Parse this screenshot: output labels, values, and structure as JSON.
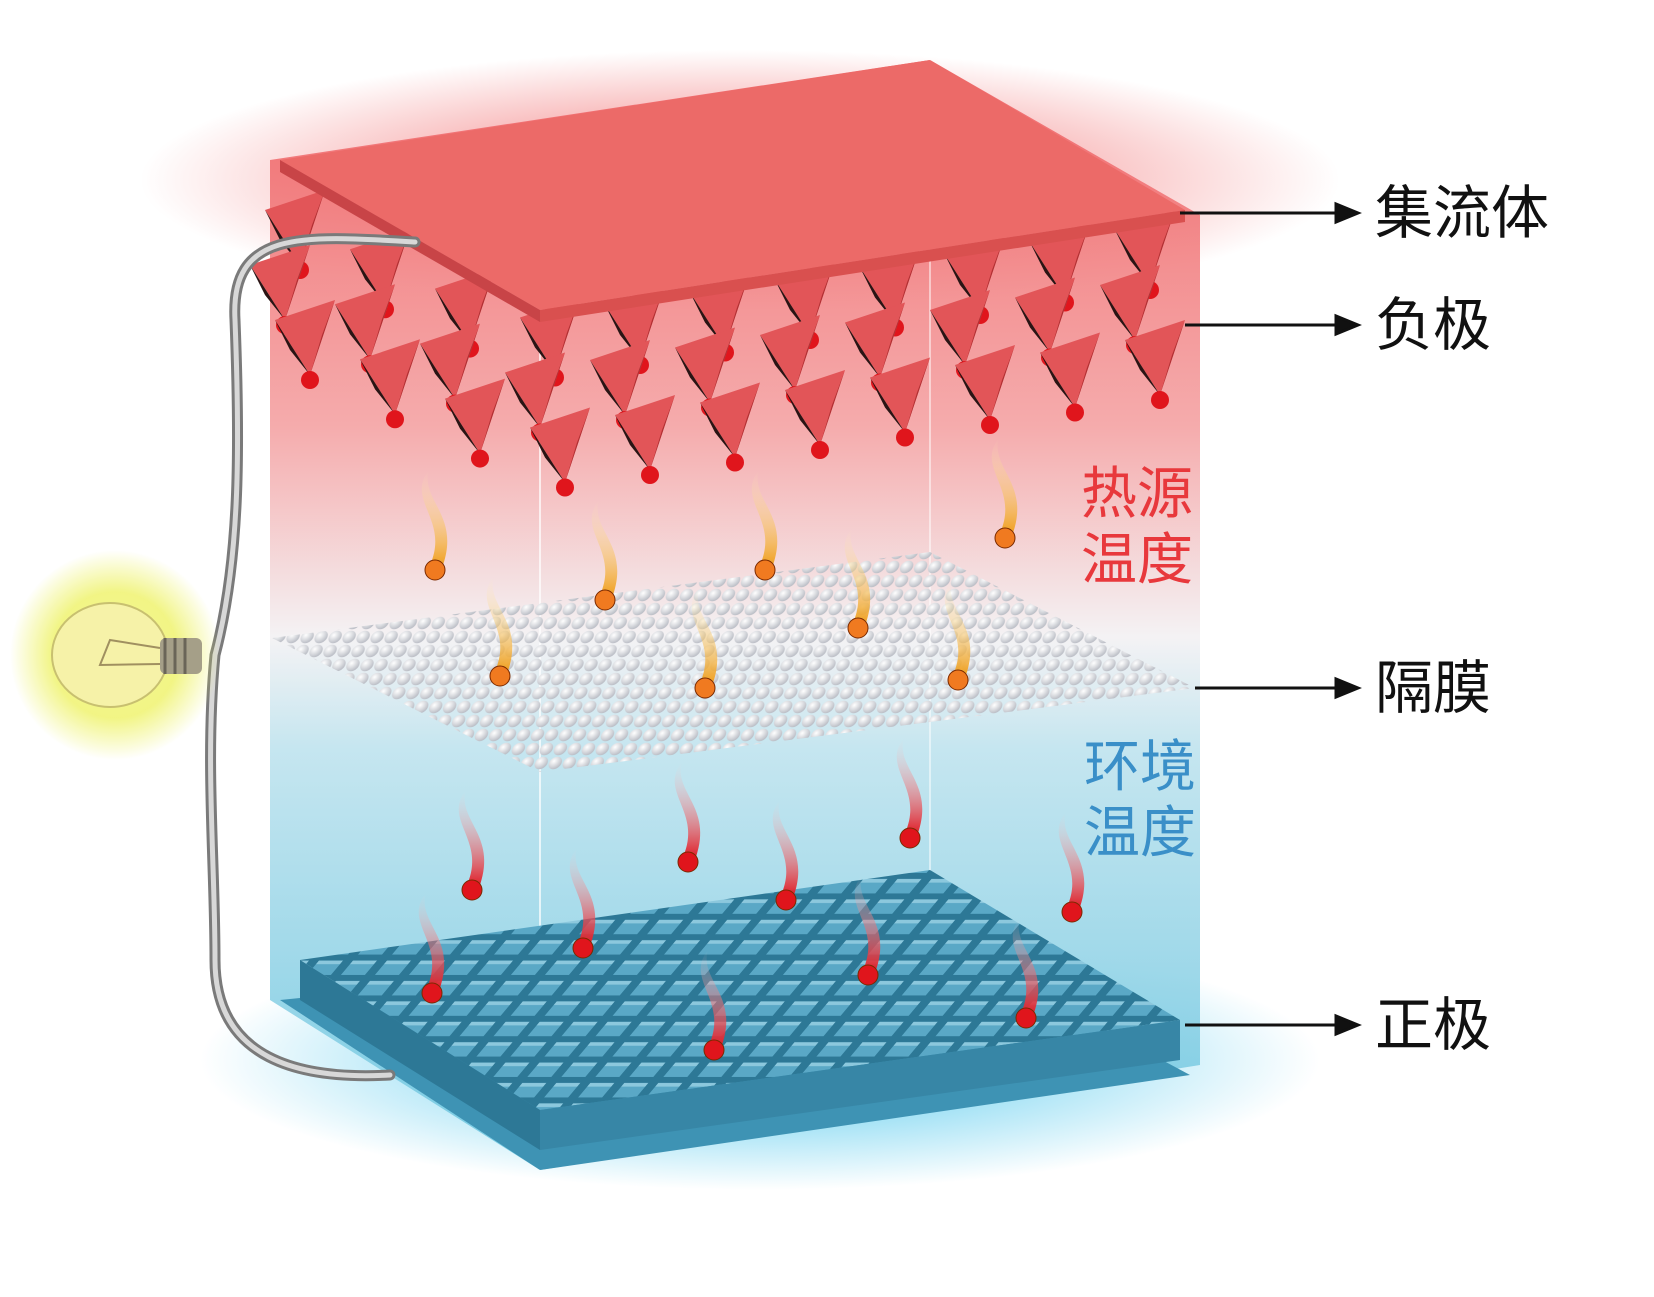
{
  "labels": {
    "current_collector": "集流体",
    "anode": "负极",
    "separator": "隔膜",
    "cathode": "正极"
  },
  "zones": {
    "heat_source_line1": "热源",
    "heat_source_line2": "温度",
    "ambient_line1": "环境",
    "ambient_line2": "温度"
  },
  "colors": {
    "hot": "#e8383c",
    "cold": "#3a8fc8",
    "slab": "#ec6a68",
    "cathode": "#3e93b4"
  }
}
